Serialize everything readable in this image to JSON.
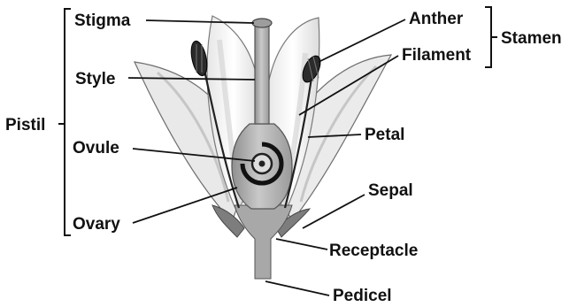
{
  "diagram": {
    "labels": {
      "stigma": "Stigma",
      "style": "Style",
      "pistil": "Pistil",
      "ovule": "Ovule",
      "ovary": "Ovary",
      "anther": "Anther",
      "filament": "Filament",
      "stamen": "Stamen",
      "petal": "Petal",
      "sepal": "Sepal",
      "receptacle": "Receptacle",
      "pedicel": "Pedicel"
    }
  }
}
